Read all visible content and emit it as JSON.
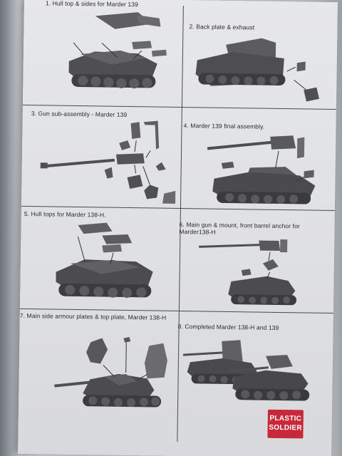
{
  "steps": [
    {
      "number": "1.",
      "title": "Hull top & sides for Marder 139"
    },
    {
      "number": "2.",
      "title": "Back plate & exhaust"
    },
    {
      "number": "3.",
      "title": "Gun sub-assembly - Marder 139"
    },
    {
      "number": "4.",
      "title": "Marder 139 final assembly."
    },
    {
      "number": "5.",
      "title": "Hull tops for Marder 138-H."
    },
    {
      "number": "6.",
      "title": "Main gun & mount, front barrel anchor for Marder138-H"
    },
    {
      "number": "7.",
      "title": "Main side armour plates & top plate, Marder 138-H"
    },
    {
      "number": "8.",
      "title": "Completed Marder 138-H and 139"
    }
  ],
  "logo": {
    "line1": "PLASTIC",
    "line2": "SOLDIER"
  },
  "colors": {
    "paper": "#e3e4e6",
    "ink": "#2a2a2a",
    "model_grey": "#5b5b5e",
    "logo_red": "#c8293a"
  }
}
